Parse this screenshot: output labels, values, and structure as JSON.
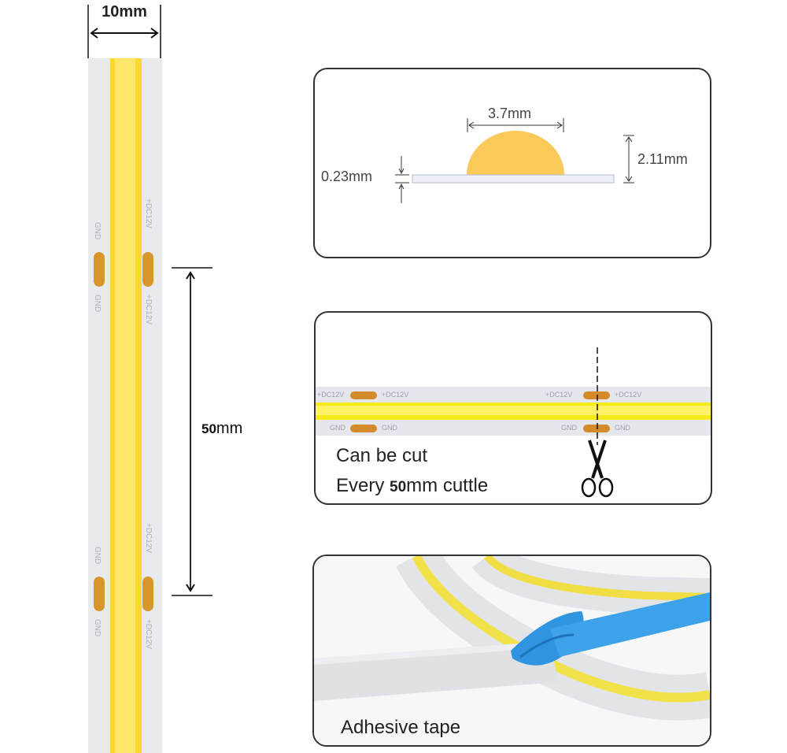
{
  "strip_width_label": "10mm",
  "spacing_label_num": "50",
  "spacing_label_unit": "mm",
  "strip_print": {
    "gnd": "GND",
    "dc": "+DC12V"
  },
  "cross_section": {
    "cob_width": "3.7mm",
    "base_thickness": "0.23mm",
    "total_height": "2.11mm"
  },
  "cut_panel": {
    "line1": "Can be cut",
    "line2_prefix": "Every",
    "line2_num": "50",
    "line2_suffix": "mm cuttle"
  },
  "adhesive_panel": {
    "caption": "Adhesive tape"
  },
  "colors": {
    "led": "#fbd731",
    "pad": "#d7972b",
    "tape": "#2f95e0",
    "pcb": "#e9eaee"
  }
}
